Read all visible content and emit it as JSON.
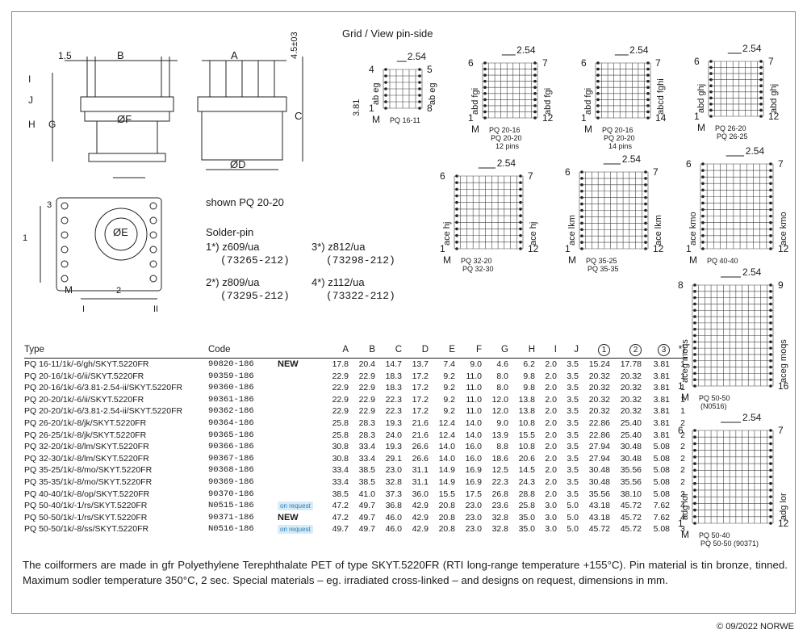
{
  "header": {
    "grid_title": "Grid / View pin-side",
    "shown": "shown PQ 20-20",
    "solder_title": "Solder-pin"
  },
  "drawing_labels": {
    "d_1_5": "1.5",
    "B": "B",
    "A": "A",
    "dim_45": "4.5±03",
    "I": "I",
    "J": "J",
    "H": "H",
    "G": "G",
    "F": "ØF",
    "C": "C",
    "D": "ØD",
    "E": "ØE",
    "c1": "1",
    "c2": "2",
    "c3": "3",
    "M": "M",
    "roman1": "I",
    "roman2": "II"
  },
  "solder_pins": [
    {
      "num": "1*)",
      "name": "z609/ua",
      "code": "(73265-212)"
    },
    {
      "num": "2*)",
      "name": "z809/ua",
      "code": "(73295-212)"
    },
    {
      "num": "3*)",
      "name": "z812/ua",
      "code": "(73298-212)"
    },
    {
      "num": "4*)",
      "name": "z112/ua",
      "code": "(73322-212)"
    }
  ],
  "grids": [
    {
      "pitch": "2.54",
      "left_letters": "ab eg",
      "right_letters": "ab eg",
      "top_left": "4",
      "top_right": "5",
      "bot_left": "1",
      "bot_right": "8",
      "side": "3.81",
      "caption": "PQ 16-11",
      "m": "M"
    },
    {
      "pitch": "2.54",
      "left_letters": "abd fgi",
      "right_letters": "abd fgi",
      "top_left": "6",
      "top_right": "7",
      "bot_left": "1",
      "bot_right": "12",
      "caption": "PQ 20-16",
      "caption2": "PQ 20-20",
      "caption3": "12 pins",
      "m": "M"
    },
    {
      "pitch": "2.54",
      "left_letters": "abd fgi",
      "right_letters": "abcd fghi",
      "top_left": "6",
      "top_right": "7",
      "bot_left": "1",
      "bot_right": "14",
      "caption": "PQ 20-16",
      "caption2": "PQ 20-20",
      "caption3": "14 pins",
      "m": "M"
    },
    {
      "pitch": "2.54",
      "left_letters": "abd ghj",
      "right_letters": "abd ghj",
      "top_left": "6",
      "top_right": "7",
      "bot_left": "1",
      "bot_right": "12",
      "caption": "PQ 26-20",
      "caption2": "PQ 26-25",
      "m": "M"
    },
    {
      "pitch": "2.54",
      "left_letters": "ace hj",
      "right_letters": "ace hj",
      "top_left": "6",
      "top_right": "7",
      "bot_left": "1",
      "bot_right": "12",
      "caption": "PQ 32-20",
      "caption2": "PQ 32-30",
      "m": "M"
    },
    {
      "pitch": "2.54",
      "left_letters": "ace lkm",
      "right_letters": "ace lkm",
      "top_left": "6",
      "top_right": "7",
      "bot_left": "1",
      "bot_right": "12",
      "caption": "PQ 35-25",
      "caption2": "PQ 35-35",
      "m": "M"
    },
    {
      "pitch": "2.54",
      "left_letters": "ace kmo",
      "right_letters": "ace kmo",
      "top_left": "6",
      "top_right": "7",
      "bot_left": "1",
      "bot_right": "12",
      "caption": "PQ 40-40",
      "m": "M"
    },
    {
      "pitch": "2.54",
      "left_letters": "aceg moqs",
      "right_letters": "aceg moqs",
      "top_left": "8",
      "top_right": "9",
      "bot_left": "1",
      "bot_right": "16",
      "caption": "PQ 50-50",
      "caption2": "(N0516)",
      "m": "M"
    },
    {
      "pitch": "2.54",
      "left_letters": "adg lor",
      "right_letters": "adg lor",
      "top_left": "6",
      "top_right": "7",
      "bot_left": "1",
      "bot_right": "12",
      "caption": "PQ 50-40",
      "caption2": "PQ 50-50 (90371)",
      "m": "M"
    }
  ],
  "table": {
    "headers": {
      "type": "Type",
      "code": "Code",
      "A": "A",
      "B": "B",
      "C": "C",
      "D": "D",
      "E": "E",
      "F": "F",
      "G": "G",
      "H": "H",
      "I": "I",
      "J": "J",
      "c1": "1",
      "c2": "2",
      "c3": "3",
      "star": "*)"
    },
    "rows": [
      {
        "type": "PQ 16-11/1k/-6/gh/SKYT.5220FR",
        "code": "90820-186",
        "badge": "NEW",
        "v": [
          "17.8",
          "20.4",
          "14.7",
          "13.7",
          "7.4",
          "9.0",
          "4.6",
          "6.2",
          "2.0",
          "3.5",
          "15.24",
          "17.78",
          "3.81",
          "1"
        ]
      },
      {
        "type": "PQ 20-16/1k/-6/ii/SKYT.5220FR",
        "code": "90359-186",
        "badge": "",
        "v": [
          "22.9",
          "22.9",
          "18.3",
          "17.2",
          "9.2",
          "11.0",
          "8.0",
          "9.8",
          "2.0",
          "3.5",
          "20.32",
          "20.32",
          "3.81",
          "1"
        ]
      },
      {
        "type": "PQ 20-16/1k/-6/3.81-2.54-ii/SKYT.5220FR",
        "code": "90360-186",
        "badge": "",
        "v": [
          "22.9",
          "22.9",
          "18.3",
          "17.2",
          "9.2",
          "11.0",
          "8.0",
          "9.8",
          "2.0",
          "3.5",
          "20.32",
          "20.32",
          "3.81",
          "1"
        ]
      },
      {
        "type": "PQ 20-20/1k/-6/ii/SKYT.5220FR",
        "code": "90361-186",
        "badge": "",
        "v": [
          "22.9",
          "22.9",
          "22.3",
          "17.2",
          "9.2",
          "11.0",
          "12.0",
          "13.8",
          "2.0",
          "3.5",
          "20.32",
          "20.32",
          "3.81",
          "1"
        ]
      },
      {
        "type": "PQ 20-20/1k/-6/3.81-2.54-ii/SKYT.5220FR",
        "code": "90362-186",
        "badge": "",
        "v": [
          "22.9",
          "22.9",
          "22.3",
          "17.2",
          "9.2",
          "11.0",
          "12.0",
          "13.8",
          "2.0",
          "3.5",
          "20.32",
          "20.32",
          "3.81",
          "1"
        ]
      },
      {
        "type": "PQ 26-20/1k/-8/jk/SKYT.5220FR",
        "code": "90364-186",
        "badge": "",
        "v": [
          "25.8",
          "28.3",
          "19.3",
          "21.6",
          "12.4",
          "14.0",
          "9.0",
          "10.8",
          "2.0",
          "3.5",
          "22.86",
          "25.40",
          "3.81",
          "2"
        ]
      },
      {
        "type": "PQ 26-25/1k/-8/jk/SKYT.5220FR",
        "code": "90365-186",
        "badge": "",
        "v": [
          "25.8",
          "28.3",
          "24.0",
          "21.6",
          "12.4",
          "14.0",
          "13.9",
          "15.5",
          "2.0",
          "3.5",
          "22.86",
          "25.40",
          "3.81",
          "2"
        ]
      },
      {
        "type": "PQ 32-20/1k/-8/lm/SKYT.5220FR",
        "code": "90366-186",
        "badge": "",
        "v": [
          "30.8",
          "33.4",
          "19.3",
          "26.6",
          "14.0",
          "16.0",
          "8.8",
          "10.8",
          "2.0",
          "3.5",
          "27.94",
          "30.48",
          "5.08",
          "2"
        ]
      },
      {
        "type": "PQ 32-30/1k/-8/lm/SKYT.5220FR",
        "code": "90367-186",
        "badge": "",
        "v": [
          "30.8",
          "33.4",
          "29.1",
          "26.6",
          "14.0",
          "16.0",
          "18.6",
          "20.6",
          "2.0",
          "3.5",
          "27.94",
          "30.48",
          "5.08",
          "2"
        ]
      },
      {
        "type": "PQ 35-25/1k/-8/mo/SKYT.5220FR",
        "code": "90368-186",
        "badge": "",
        "v": [
          "33.4",
          "38.5",
          "23.0",
          "31.1",
          "14.9",
          "16.9",
          "12.5",
          "14.5",
          "2.0",
          "3.5",
          "30.48",
          "35.56",
          "5.08",
          "2"
        ]
      },
      {
        "type": "PQ 35-35/1k/-8/mo/SKYT.5220FR",
        "code": "90369-186",
        "badge": "",
        "v": [
          "33.4",
          "38.5",
          "32.8",
          "31.1",
          "14.9",
          "16.9",
          "22.3",
          "24.3",
          "2.0",
          "3.5",
          "30.48",
          "35.56",
          "5.08",
          "2"
        ]
      },
      {
        "type": "PQ 40-40/1k/-8/op/SKYT.5220FR",
        "code": "90370-186",
        "badge": "",
        "v": [
          "38.5",
          "41.0",
          "37.3",
          "36.0",
          "15.5",
          "17.5",
          "26.8",
          "28.8",
          "2.0",
          "3.5",
          "35.56",
          "38.10",
          "5.08",
          "2"
        ]
      },
      {
        "type": "PQ 50-40/1k/-1/rs/SKYT.5220FR",
        "code": "N0515-186",
        "badge": "on request",
        "v": [
          "47.2",
          "49.7",
          "36.8",
          "42.9",
          "20.8",
          "23.0",
          "23.6",
          "25.8",
          "3.0",
          "5.0",
          "43.18",
          "45.72",
          "7.62",
          "4"
        ]
      },
      {
        "type": "PQ 50-50/1k/-1/rs/SKYT.5220FR",
        "code": "90371-186",
        "badge": "NEW",
        "v": [
          "47.2",
          "49.7",
          "46.0",
          "42.9",
          "20.8",
          "23.0",
          "32.8",
          "35.0",
          "3.0",
          "5.0",
          "43.18",
          "45.72",
          "7.62",
          "4"
        ]
      },
      {
        "type": "PQ 50-50/1k/-8/ss/SKYT.5220FR",
        "code": "N0516-186",
        "badge": "on request",
        "v": [
          "49.7",
          "49.7",
          "46.0",
          "42.9",
          "20.8",
          "23.0",
          "32.8",
          "35.0",
          "3.0",
          "5.0",
          "45.72",
          "45.72",
          "5.08",
          "3"
        ]
      }
    ]
  },
  "note": "The coilformers are made in gfr Polyethylene Terephthalate PET of type SKYT.5220FR (RTI long-range temperature +155°C). Pin material is tin bronze, tinned. Maximum sodler temperature 350°C, 2 sec. Special materials – eg. irradiated cross-linked – and designs on request, dimensions in mm.",
  "copyright": "© 09/2022 NORWE"
}
